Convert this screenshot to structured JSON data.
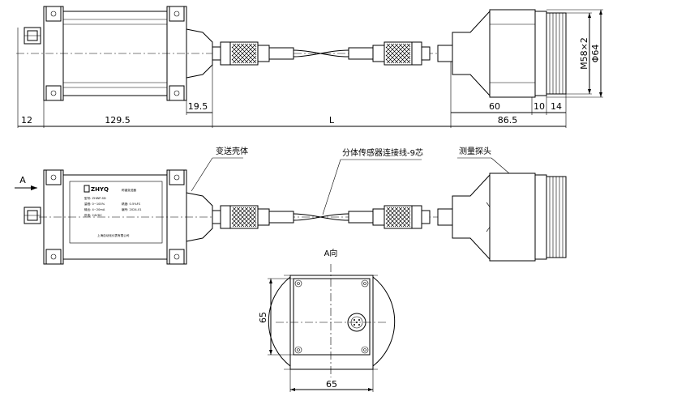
{
  "dimensions": {
    "d12": "12",
    "d129_5": "129.5",
    "d19_5": "19.5",
    "dL": "L",
    "d86_5": "86.5",
    "d60": "60",
    "d10": "10",
    "d14": "14",
    "dM58": "M58×2",
    "dPhi64": "Φ64",
    "dW65": "65",
    "dH65": "65"
  },
  "labels": {
    "transmitter_housing": "变送壳体",
    "cable": "分体传感器连接线-9芯",
    "probe": "测量探头",
    "view_arrow": "A",
    "view_title": "A向"
  },
  "nameplate": {
    "brand": "ZHYQ",
    "lines": [
      "称重变送器",
      "型号: ZHWP-SD",
      "量程: 0~100%",
      "输出: 4~20mA",
      "供电: 24VDC",
      "精度: 0.5%FS",
      "编号: 2024-01"
    ],
    "footer": "上海自动化仪表有限公司"
  }
}
